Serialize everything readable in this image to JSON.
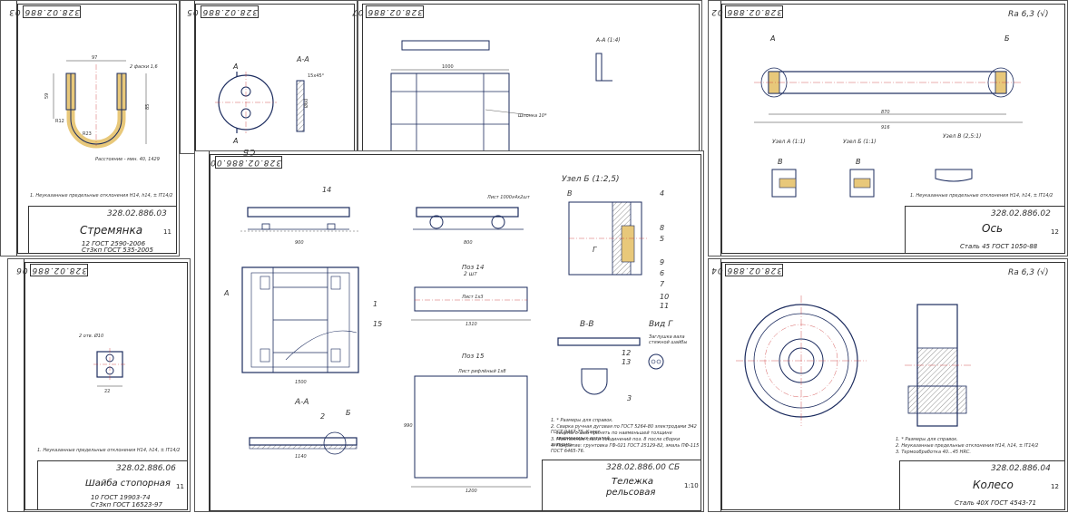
{
  "sheets": {
    "stremyanka": {
      "code": "328.02.886.03",
      "title": "Стремянка",
      "material_1": "12 ГОСТ 2590-2006",
      "material_2": "Ст3кп ГОСТ 535-2005",
      "quantity": "11",
      "note": "1. Неуказанные предельные отклонения H14, h14, ± IT14/2",
      "callout": "Расстояние - мин. 40, 1429",
      "dim_r": "2 фаски 1,6"
    },
    "os_p05": {
      "code": "328.02.886.05",
      "section": "А-А"
    },
    "os_p07": {
      "code": "328.02.886.07",
      "section": "А-А (1:4)",
      "callout": "Шпонка 10*"
    },
    "os": {
      "code": "328.02.886.02",
      "title": "Ось",
      "material": "Сталь 45 ГОСТ 1050-88",
      "quantity": "12",
      "roughness": "Ra 6,3 (√)",
      "uzel_a": "Узел А (1:1)",
      "uzel_b": "Узел Б (1:1)",
      "uzel_v": "Узел В (2,5:1)",
      "dim_total": "916",
      "dim_inner": "870",
      "note": "1. Неуказанные предельные отклонения H14, h14, ± IT14/2"
    },
    "main": {
      "code": "328.02.886.00 СБ",
      "title_1": "Тележка",
      "title_2": "рельсовая",
      "scale": "1:10",
      "uzel_b": "Узел Б (1:2,5)",
      "poz14": "Поз 14",
      "poz14_sub": "2 шт",
      "poz15": "Поз 15",
      "sec_aa": "А-А",
      "sec_vv": "В-В",
      "vid_g": "Вид Г",
      "vid_g_note": "Заглушка вала стяжной шайбы",
      "list_top": "Лист 1000х4х2шт",
      "list_p14": "Лист 1х3",
      "list_p15": "Лист рифлёный 1х8",
      "label_v": "В",
      "label_a": "А",
      "label_b": "Б",
      "label_g": "Г",
      "note_1": "1. * Размеры для справок.",
      "note_2": "2. Сварка ручная дуговая по ГОСТ 5264-80 электродами Э42 ГОСТ 9467-75. Катет",
      "note_3": "сварного шва принять по наименьшей толщине свариваемых деталей.",
      "note_4": "3. Монтажные стыки соединений поз. 8 после сборки заварить.",
      "note_5": "4. Покрытие: грунтовка ГФ-021 ГОСТ 25129-82, эмаль ПФ-115 ГОСТ 6465-76.",
      "dims": [
        "900",
        "1500",
        "800",
        "1310",
        "1200",
        "990",
        "1140"
      ],
      "callouts": [
        "14",
        "1",
        "15",
        "2",
        "4",
        "8",
        "5",
        "9",
        "6",
        "7",
        "10",
        "11",
        "12",
        "13",
        "3"
      ]
    },
    "shayba": {
      "code": "328.02.886.06",
      "title": "Шайба стопорная",
      "material_1": "10 ГОСТ 19903-74",
      "material_2": "Ст3кп ГОСТ 16523-97",
      "quantity": "11",
      "callout": "2 отв. Ø10",
      "note": "1. Неуказанные предельные отклонения H14, h14, ± IT14/2"
    },
    "koleso": {
      "code": "328.02.886.04",
      "title": "Колесо",
      "material": "Сталь 40Х ГОСТ 4543-71",
      "quantity": "12",
      "roughness": "Ra 6,3 (√)",
      "note_1": "1. * Размеры для справок.",
      "note_2": "2. Неуказанные предельные отклонения H14, h14, ± IT14/2",
      "note_3": "3. Термообработка 40...45 HRC."
    }
  },
  "colors": {
    "ink": "#1b2b5e",
    "frame": "#333333",
    "hatch": "#444444",
    "hidden": "#cc3333"
  }
}
